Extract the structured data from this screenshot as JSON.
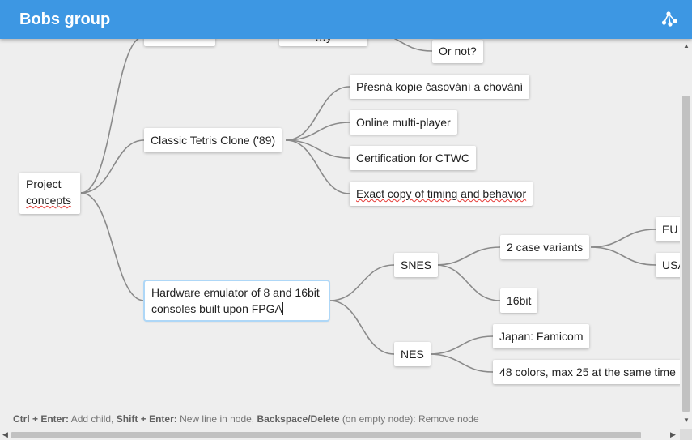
{
  "app": {
    "title": "Bobs group",
    "action_icon": "tree-structure-icon"
  },
  "nodes": {
    "root": [
      "Project",
      "concepts"
    ],
    "top_left_hidden": "",
    "top_mid_hidden": "…y",
    "or_not": "Or not?",
    "tetris": "Classic Tetris Clone ('89)",
    "tetris_children": [
      "Přesná kopie časování a chování",
      "Online multi-player",
      "Certification for CTWC",
      "Exact copy of timing and behavior"
    ],
    "hardware": [
      "Hardware emulator of 8 and 16bit",
      "consoles built upon FPGA"
    ],
    "snes": "SNES",
    "snes_children": [
      "2 case variants",
      "16bit"
    ],
    "variants_children": [
      "EU",
      "USA"
    ],
    "nes": "NES",
    "nes_children": [
      "Japan: Famicom",
      "48 colors, max 25 at the same time"
    ]
  },
  "hint": {
    "k1": "Ctrl + Enter:",
    "t1": " Add child, ",
    "k2": "Shift + Enter:",
    "t2": " New line in node, ",
    "k3": "Backspace/Delete",
    "t3": " (on empty node): Remove node"
  },
  "colors": {
    "appbar": "#3d97e3",
    "edge": "#8a8a8a",
    "focus": "#aed7f7"
  }
}
